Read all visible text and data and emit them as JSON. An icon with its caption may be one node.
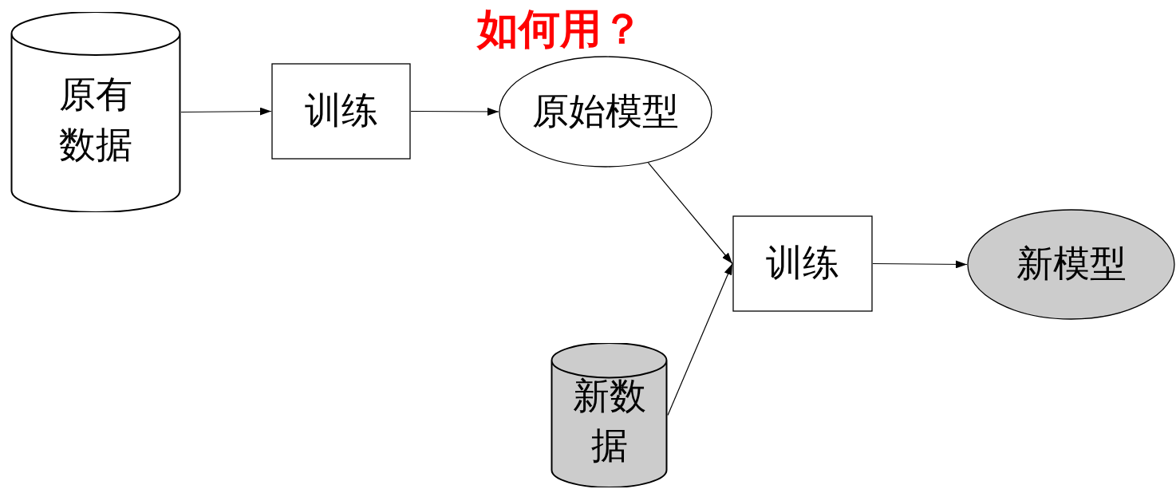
{
  "diagram": {
    "nodes": [
      {
        "text": [
          "原有数据"
        ]
      },
      {
        "text": [
          "训练"
        ]
      },
      {
        "text": [
          "原始模型"
        ]
      },
      {
        "text": [
          "训练"
        ]
      },
      {
        "text": [
          "新模型"
        ]
      },
      {
        "text": [
          "新数据"
        ]
      }
    ],
    "edges": [
      {
        "from": 0,
        "to": 1,
        "arrow": "to"
      },
      {
        "from": 1,
        "to": 2,
        "arrow": "to"
      },
      {
        "from": 2,
        "to": 3,
        "arrow": "to"
      },
      {
        "from": 5,
        "to": 3,
        "arrow": "to"
      },
      {
        "from": 3,
        "to": 4,
        "arrow": "to"
      }
    ],
    "labels": [
      "如何用？"
    ]
  }
}
